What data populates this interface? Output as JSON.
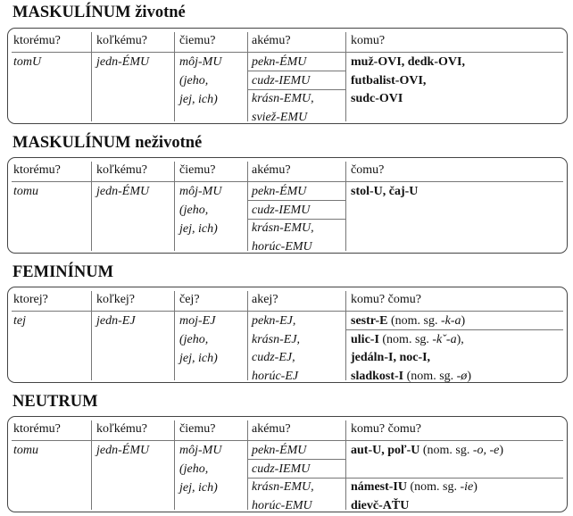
{
  "sections": [
    {
      "title": "MASKULÍNUM",
      "subtitle": "životné",
      "headers": [
        "ktorému?",
        "koľkému?",
        "čiemu?",
        "akému?",
        "komu?"
      ],
      "c1": "tomU",
      "c2": "jedn-ÉMU",
      "c3": [
        "môj-MU",
        "(jeho,",
        "jej, ich)"
      ],
      "c4": [
        "pekn-ÉMU",
        "cudz-IEMU",
        "krásn-EMU,",
        "sviež-EMU"
      ],
      "c5": [
        {
          "bold": "muž-OVI, dedk-OVI,"
        },
        {
          "bold": "futbalist-OVI,"
        },
        {
          "bold": "sudc-OVI"
        }
      ]
    },
    {
      "title": "MASKULÍNUM",
      "subtitle": "neživotné",
      "headers": [
        "ktorému?",
        "koľkému?",
        "čiemu?",
        "akému?",
        "čomu?"
      ],
      "c1": "tomu",
      "c2": "jedn-ÉMU",
      "c3": [
        "môj-MU",
        "(jeho,",
        "jej, ich)"
      ],
      "c4": [
        "pekn-ÉMU",
        "cudz-IEMU",
        "krásn-EMU,",
        "horúc-EMU"
      ],
      "c5": [
        {
          "bold": "stol-U, čaj-U"
        }
      ]
    },
    {
      "title": "FEMINÍNUM",
      "subtitle": "",
      "headers": [
        "ktorej?",
        "koľkej?",
        "čej?",
        "akej?",
        "komu? čomu?"
      ],
      "c1": "tej",
      "c2": "jedn-EJ",
      "c3": [
        "moj-EJ",
        "(jeho,",
        "jej, ich)"
      ],
      "c4": [
        "pekn-EJ,",
        "krásn-EJ,",
        "cudz-EJ,",
        "horúc-EJ"
      ],
      "c5": [
        {
          "bold": "sestr-E",
          "plain": " (nom. sg. ",
          "it": "-k-a",
          "end": ")"
        },
        {
          "bold": "ulic-I",
          "plain": " (nom. sg. ",
          "it": "-kˇ-a",
          "end": "),"
        },
        {
          "bold": "jedáln-I, noc-I,"
        },
        {
          "bold": "sladkost-I",
          "plain": " (nom. sg. ",
          "it": "-ø",
          "end": ")"
        }
      ]
    },
    {
      "title": "NEUTRUM",
      "subtitle": "",
      "headers": [
        "ktorému?",
        "koľkému?",
        "čiemu?",
        "akému?",
        "komu? čomu?"
      ],
      "c1": "tomu",
      "c2": "jedn-ÉMU",
      "c3": [
        "môj-MU",
        "(jeho,",
        "jej, ich)"
      ],
      "c4": [
        "pekn-ÉMU",
        "cudz-IEMU",
        "krásn-EMU,",
        "horúc-EMU"
      ],
      "c5": [
        {
          "bold": "aut-U, poľ-U",
          "plain": " (nom. sg. ",
          "it": "-o, -e",
          "end": ")"
        },
        {
          "bold": ""
        },
        {
          "bold": "námest-IU",
          "plain": " (nom. sg. ",
          "it": "-ie",
          "end": ")"
        },
        {
          "bold": "dievč-AŤU"
        }
      ]
    }
  ]
}
